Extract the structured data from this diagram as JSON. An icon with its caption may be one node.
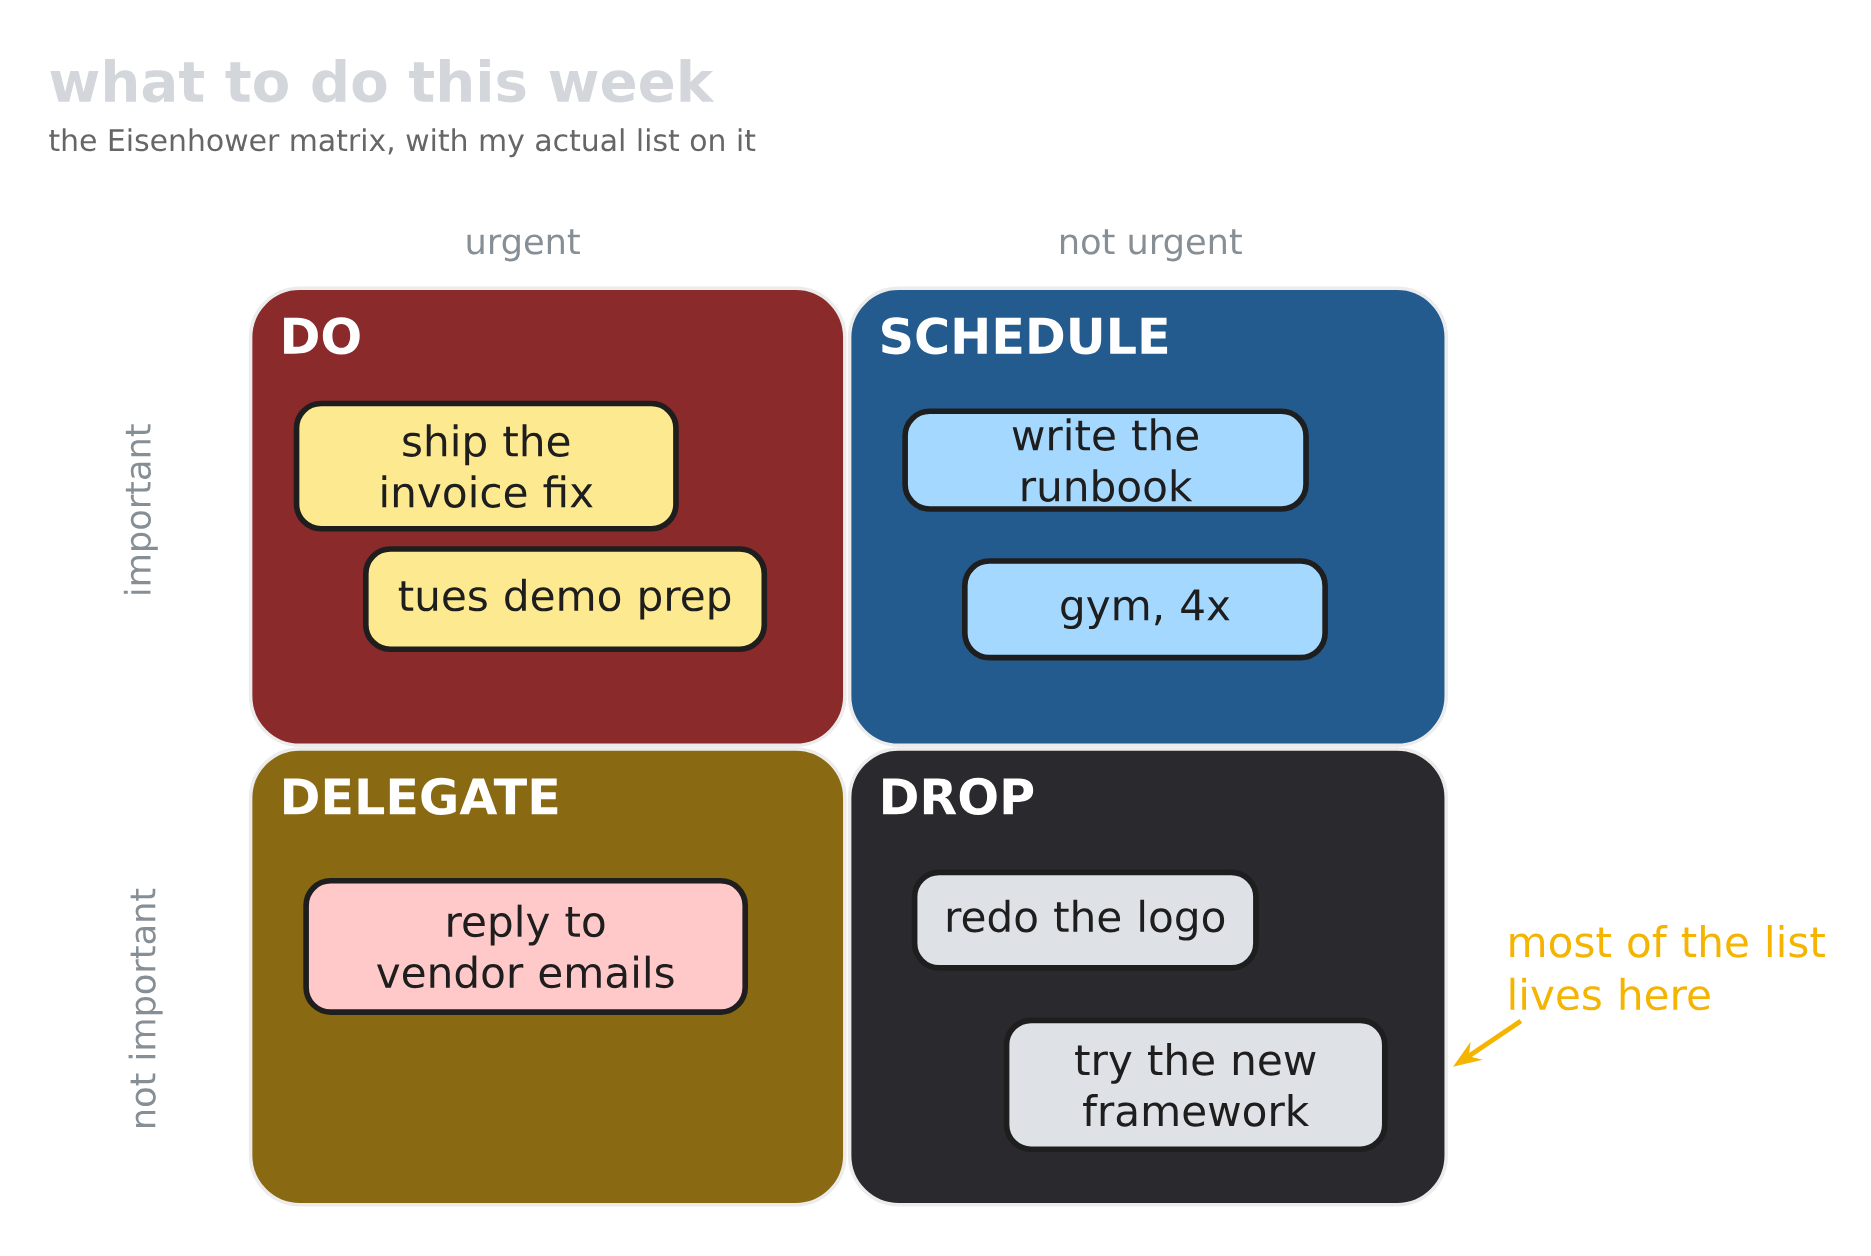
{
  "diagram": {
    "title": "what to do this week",
    "nodes": [
      {
        "text": [
          "DO"
        ]
      },
      {
        "text": [
          "ship the invoice fix"
        ],
        "in": 0
      },
      {
        "text": [
          "tues demo prep"
        ],
        "in": 0
      },
      {
        "text": [
          "SCHEDULE"
        ]
      },
      {
        "text": [
          "write the runbook"
        ],
        "in": 3
      },
      {
        "text": [
          "gym, 4x"
        ],
        "in": 3
      },
      {
        "text": [
          "DELEGATE"
        ]
      },
      {
        "text": [
          "reply to vendor emails"
        ],
        "in": 6
      },
      {
        "text": [
          "DROP"
        ]
      },
      {
        "text": [
          "redo the logo"
        ],
        "in": 8
      },
      {
        "text": [
          "try the new framework"
        ],
        "in": 8
      },
      {
        "text": [
          "most of the list lives here"
        ]
      }
    ],
    "edges": [
      {
        "from": 11,
        "to": 8,
        "arrow": "to",
        "color": "#f5b400"
      }
    ],
    "labels": [
      "the Eisenhower matrix, with my actual list on it",
      "urgent",
      "not urgent",
      "important",
      "not important"
    ]
  }
}
